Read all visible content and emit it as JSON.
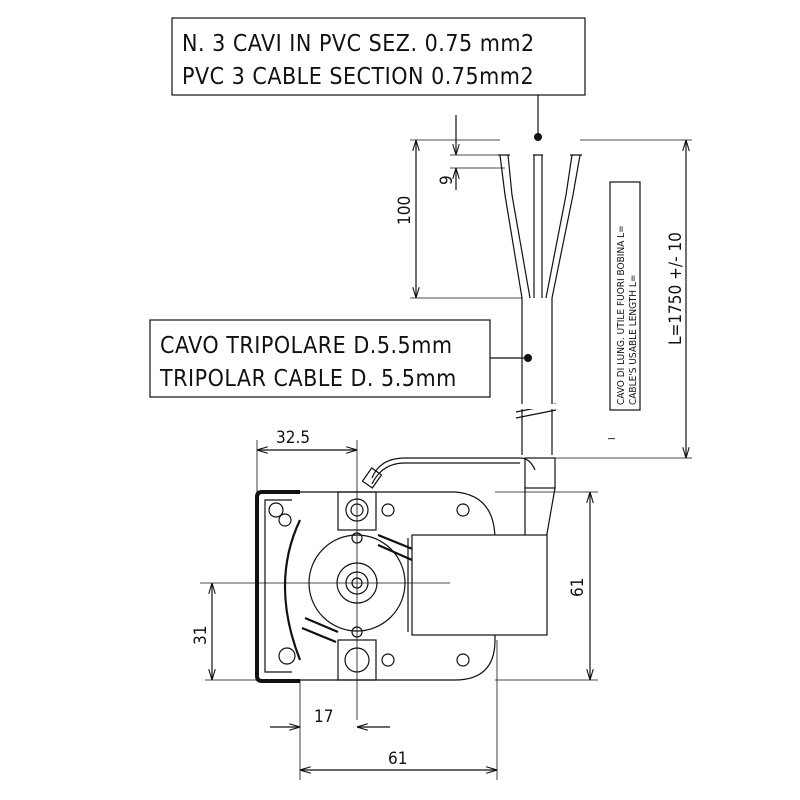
{
  "wires_note": {
    "line1": "N. 3 CAVI IN PVC SEZ. 0.75 mm2",
    "line2": "PVC 3 CABLE SECTION 0.75mm2"
  },
  "cable_note": {
    "line1": "CAVO TRIPOLARE D.5.5mm",
    "line2": "TRIPOLAR CABLE D. 5.5mm"
  },
  "length_note": {
    "line1": "CAVO DI LUNG. UTILE FUORI BOBINA L=",
    "line2": "CABLE'S USABLE LENGTH L="
  },
  "dimensions": {
    "strip_length": "100",
    "strip_end": "9",
    "cable_length": "L=1750 +/- 10",
    "bracket_width": "32.5",
    "height": "61",
    "axis_height": "31",
    "axis_offset": "17",
    "width": "61",
    "marker": "I"
  }
}
